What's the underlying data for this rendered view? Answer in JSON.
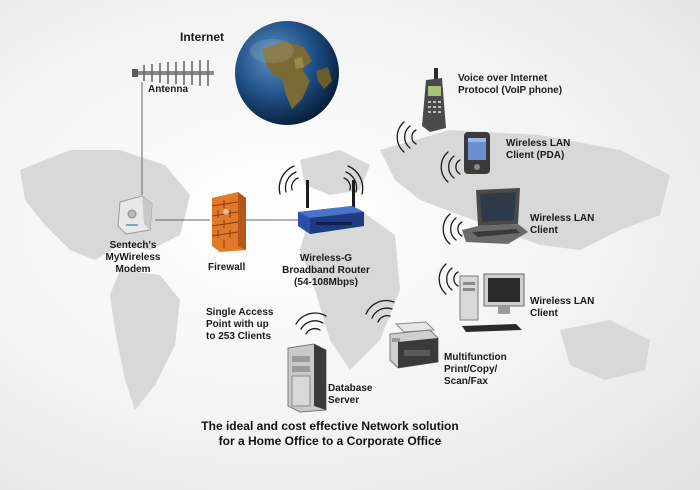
{
  "colors": {
    "continent": "#d6d6d6",
    "link": "#666666",
    "router": "#2b4fa8",
    "firewall": "#d96a1e",
    "ocean": "#1e4f86",
    "land": "#7a6a34"
  },
  "labels": {
    "internet": "Internet",
    "antenna": "Antenna",
    "voip": "Voice over Internet\nProtocol (VoIP phone)",
    "pda": "Wireless LAN\nClient (PDA)",
    "laptop": "Wireless LAN\nClient",
    "modem": "Sentech's\nMyWireless\nModem",
    "firewall": "Firewall",
    "router": "Wireless-G\nBroadband Router\n(54-108Mbps)",
    "desktop": "Wireless LAN\nClient",
    "access_point": "Single Access\nPoint with up\nto 253 Clients",
    "multifunction": "Multifunction\nPrint/Copy/\nScan/Fax",
    "server": "Database\nServer"
  },
  "caption": "The ideal and cost effective Network solution\nfor a Home Office to a Corporate Office",
  "icons": {
    "globe": "globe-icon",
    "antenna": "antenna-icon",
    "modem": "modem-icon",
    "firewall": "firewall-icon",
    "router": "wireless-router-icon",
    "voip": "voip-phone-icon",
    "pda": "pda-icon",
    "laptop": "laptop-icon",
    "desktop": "desktop-computer-icon",
    "printer": "multifunction-printer-icon",
    "server": "database-server-icon",
    "waves": "wireless-signal-icon"
  }
}
